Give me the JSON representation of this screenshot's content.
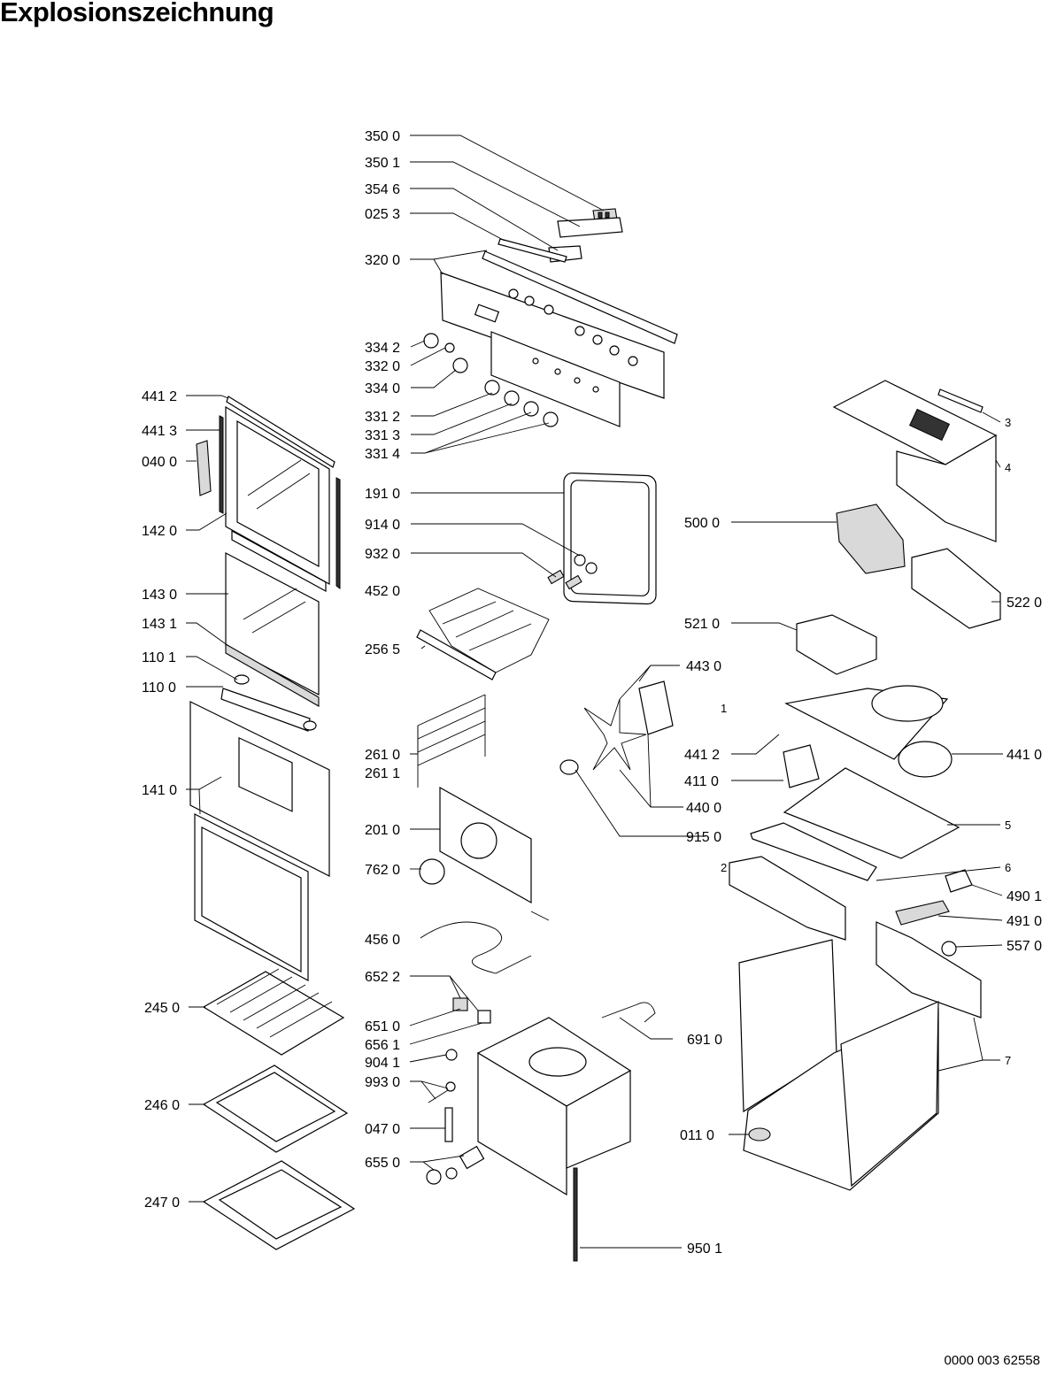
{
  "title": "Explosionszeichnung",
  "document_number": "0000 003 62558",
  "labels": {
    "p350_0": "350 0",
    "p350_1": "350 1",
    "p354_6": "354 6",
    "p025_3": "025 3",
    "p320_0": "320 0",
    "p334_2": "334 2",
    "p332_0": "332 0",
    "p334_0": "334 0",
    "p331_2": "331 2",
    "p331_3": "331 3",
    "p331_4": "331 4",
    "p441_2a": "441 2",
    "p441_3": "441 3",
    "p040_0": "040 0",
    "p142_0": "142 0",
    "p143_0": "143 0",
    "p143_1": "143 1",
    "p110_1": "110 1",
    "p110_0": "110 0",
    "p141_0": "141 0",
    "p245_0": "245 0",
    "p246_0": "246 0",
    "p247_0": "247 0",
    "p191_0": "191 0",
    "p914_0": "914 0",
    "p932_0": "932 0",
    "p452_0": "452 0",
    "p256_5": "256 5",
    "p261_0": "261 0",
    "p261_1": "261 1",
    "p201_0": "201 0",
    "p762_0": "762 0",
    "p456_0": "456 0",
    "p652_2": "652 2",
    "p651_0": "651 0",
    "p656_1": "656 1",
    "p904_1": "904 1",
    "p993_0": "993 0",
    "p047_0": "047 0",
    "p655_0": "655 0",
    "p950_1": "950 1",
    "p691_0": "691 0",
    "p443_0": "443 0",
    "p441_2b": "441 2",
    "p411_0": "411 0",
    "p440_0": "440 0",
    "p915_0": "915 0",
    "p500_0": "500 0",
    "p521_0": "521 0",
    "p522_0": "522 0",
    "p441_0": "441 0",
    "p490_1": "490 1",
    "p491_0": "491 0",
    "p557_0": "557 0",
    "p011_0": "011 0",
    "n1": "1",
    "n2": "2",
    "n3": "3",
    "n4": "4",
    "n5": "5",
    "n6": "6",
    "n7": "7"
  }
}
